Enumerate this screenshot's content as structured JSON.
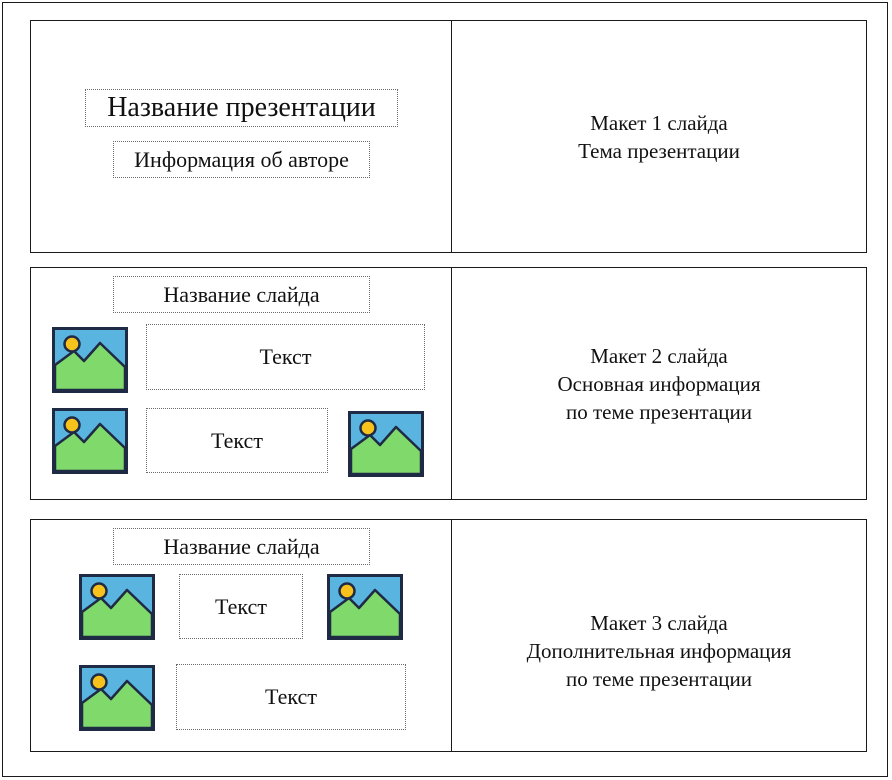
{
  "rows": [
    {
      "left": {
        "title": "Название презентации",
        "author": "Информация об авторе"
      },
      "right": [
        "Макет 1 слайда",
        "Тема презентации"
      ]
    },
    {
      "left": {
        "title": "Название слайда",
        "text_1": "Текст",
        "text_2": "Текст"
      },
      "right": [
        "Макет 2 слайда",
        "Основная информация",
        "по теме презентации"
      ]
    },
    {
      "left": {
        "title": "Название слайда",
        "text_1": "Текст",
        "text_2": "Текст"
      },
      "right": [
        "Макет 3 слайда",
        "Дополнительная информация",
        "по теме презентации"
      ]
    }
  ],
  "colors": {
    "image_sky": "#5ab4e0",
    "image_grass": "#7fd96b",
    "image_sun": "#f7c21b",
    "image_border": "#1f2a44"
  },
  "icon": "image-placeholder-icon"
}
